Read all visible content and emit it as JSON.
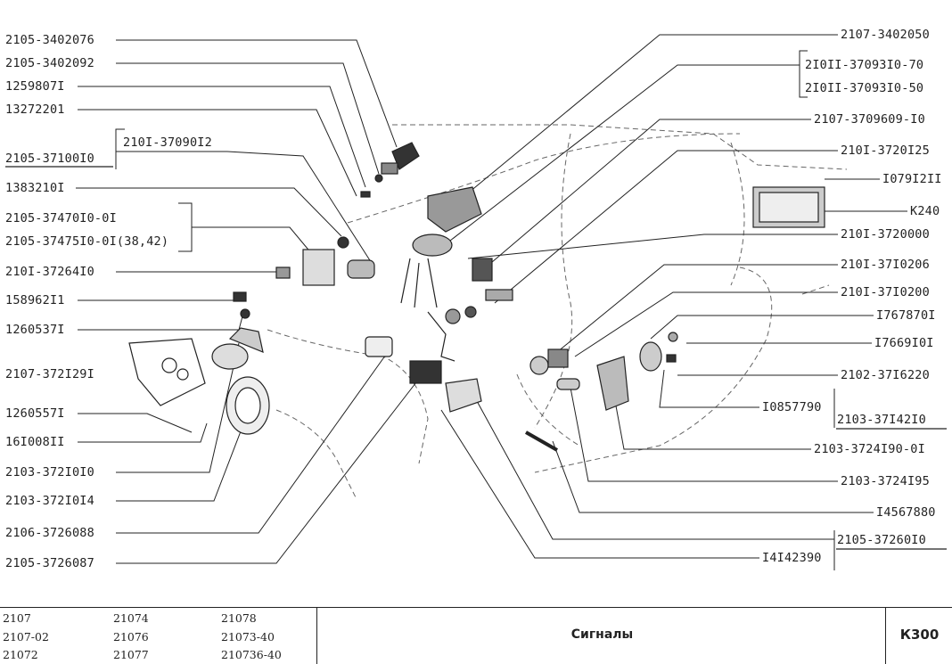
{
  "labels": {
    "l1": "2105-3402076",
    "l2": "2105-3402092",
    "l3": "1259807I",
    "l4": "13272201",
    "l5": "2105-37100I0",
    "l6": "210I-37090I2",
    "l7": "1383210I",
    "l8": "2105-37470I0-0I",
    "l9": "2105-37475I0-0I(38,42)",
    "l10": "210I-37264I0",
    "l11": "158962I1",
    "l12": "1260537I",
    "l13": "2107-372I29I",
    "l14": "1260557I",
    "l15": "16I008II",
    "l16": "2103-372I0I0",
    "l17": "2103-372I0I4",
    "l18": "2106-3726088",
    "l19": "2105-3726087",
    "r1": "2107-3402050",
    "r2": "2I0II-37093I0-70",
    "r3": "2I0II-37093I0-50",
    "r4": "2107-3709609-I0",
    "r5": "210I-3720I25",
    "r6": "I079I2II",
    "r7": "K240",
    "r8": "210I-3720000",
    "r9": "210I-37I0206",
    "r10": "210I-37I0200",
    "r11": "I767870I",
    "r12": "I7669I0I",
    "r13": "2102-37I6220",
    "r14": "I0857790",
    "r15": "2103-37I42I0",
    "r16": "2103-3724I90-0I",
    "r17": "2103-3724I95",
    "r18": "I4567880",
    "r19": "2105-37260I0",
    "r20": "I4I42390"
  },
  "footer": {
    "models": [
      "2107",
      "2107-02",
      "21072",
      "21074",
      "21076",
      "21077",
      "21078",
      "21073-40",
      "210736-40"
    ],
    "title": "Сигналы",
    "code": "К300"
  }
}
